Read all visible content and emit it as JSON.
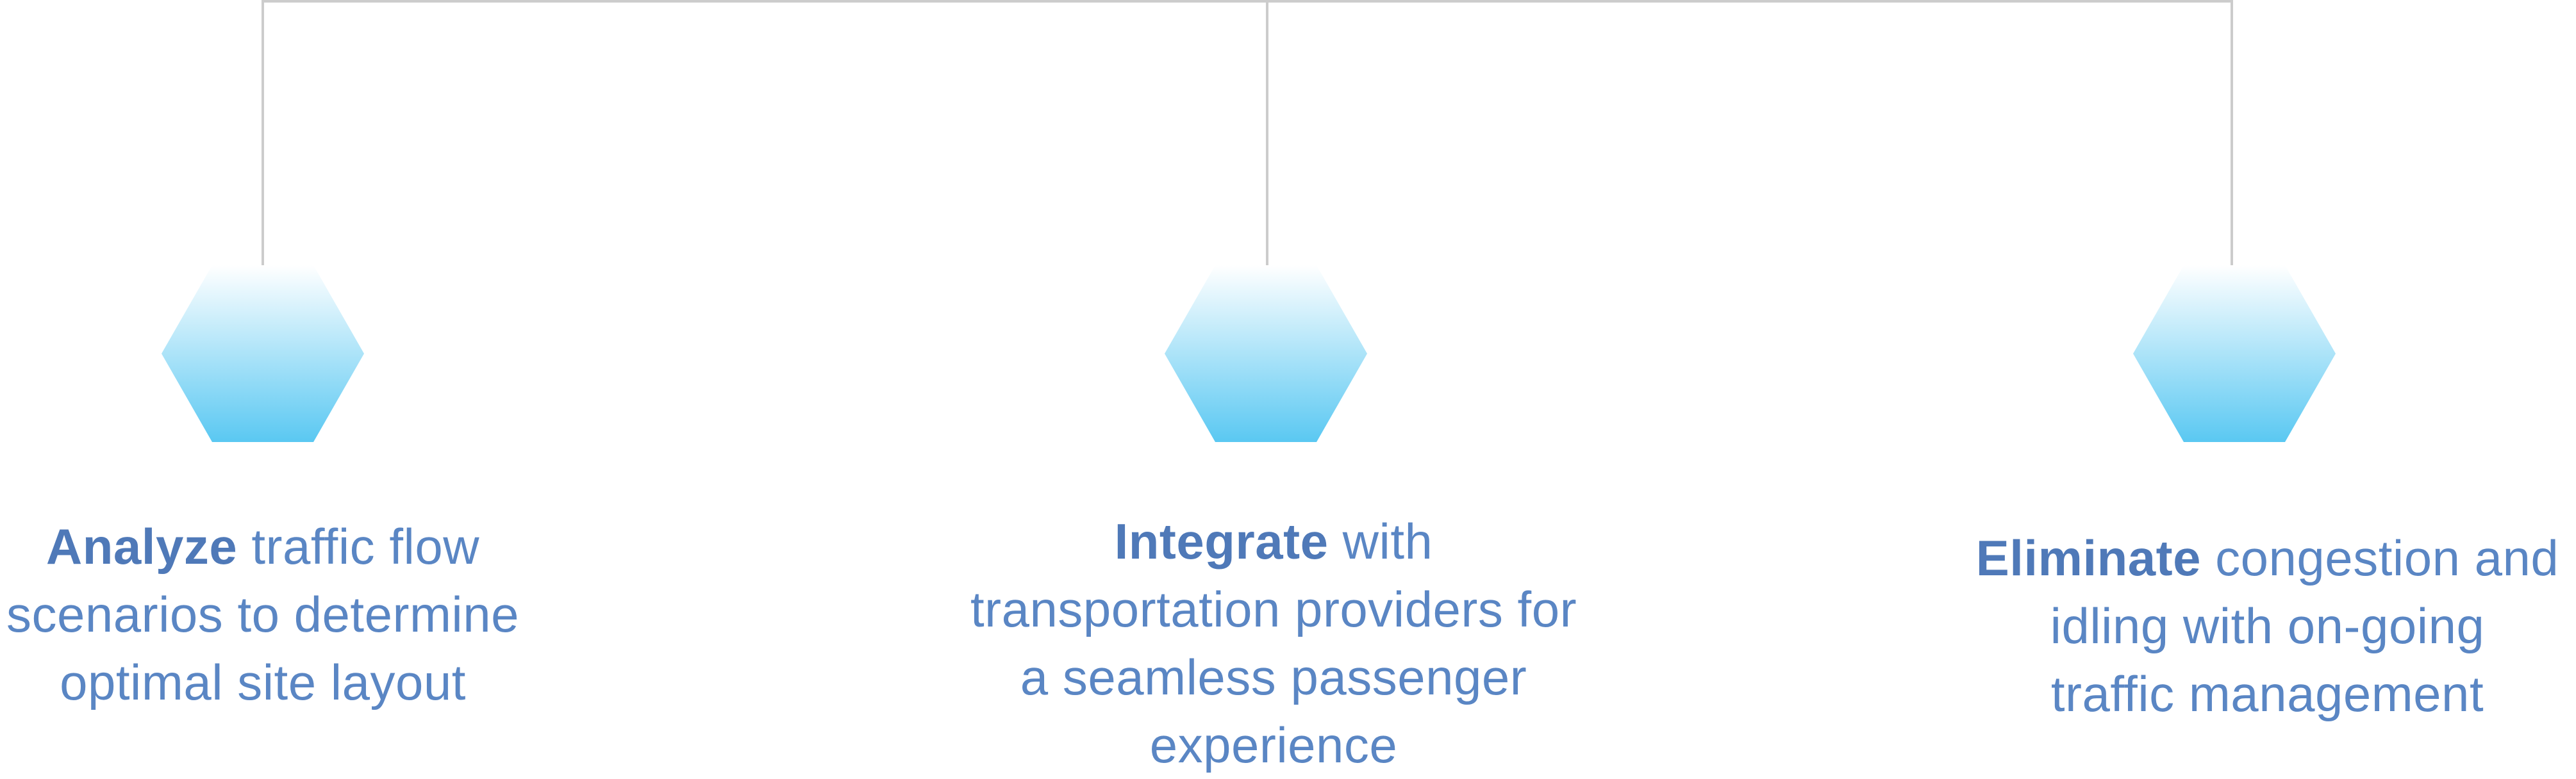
{
  "steps": [
    {
      "lead": "Analyze",
      "lead_rest": " traffic flow",
      "lines": [
        "scenarios to determine",
        "optimal site layout"
      ],
      "icon": "hexagon-icon"
    },
    {
      "lead": "Integrate",
      "lead_rest": " with",
      "lines": [
        "transportation providers for",
        "a seamless passenger",
        "experience"
      ],
      "icon": "hexagon-icon"
    },
    {
      "lead": "Eliminate",
      "lead_rest": " congestion and",
      "lines": [
        "idling with on-going",
        "traffic management"
      ],
      "icon": "hexagon-icon"
    }
  ],
  "colors": {
    "connector": "#cccccc",
    "hex_top": "#ffffff",
    "hex_bottom": "#5ac8f2",
    "text": "#5a86c4",
    "lead_text": "#4f79b8"
  }
}
